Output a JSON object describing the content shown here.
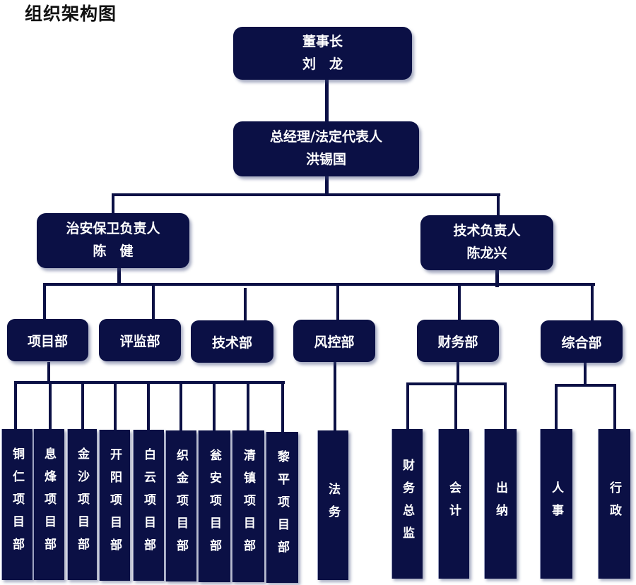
{
  "title": "组织架构图",
  "chairman": {
    "role": "董事长",
    "name": "刘　龙"
  },
  "general_manager": {
    "role": "总经理/法定代表人",
    "name": "洪锡国"
  },
  "security_lead": {
    "role": "治安保卫负责人",
    "name": "陈　健"
  },
  "tech_lead": {
    "role": "技术负责人",
    "name": "陈龙兴"
  },
  "departments": [
    "项目部",
    "评监部",
    "技术部",
    "风控部",
    "财务部",
    "综合部"
  ],
  "project_units": [
    "铜仁项目部",
    "息烽项目部",
    "金沙项目部",
    "开阳项目部",
    "白云项目部",
    "织金项目部",
    "瓮安项目部",
    "清镇项目部",
    "黎平项目部"
  ],
  "risk_units": [
    "法务"
  ],
  "finance_units": [
    "财务总监",
    "会计",
    "出纳"
  ],
  "general_units": [
    "人事",
    "行政"
  ],
  "colors": {
    "node_fill": "#0b1045",
    "text": "#ffffff",
    "line": "#0b1045"
  }
}
